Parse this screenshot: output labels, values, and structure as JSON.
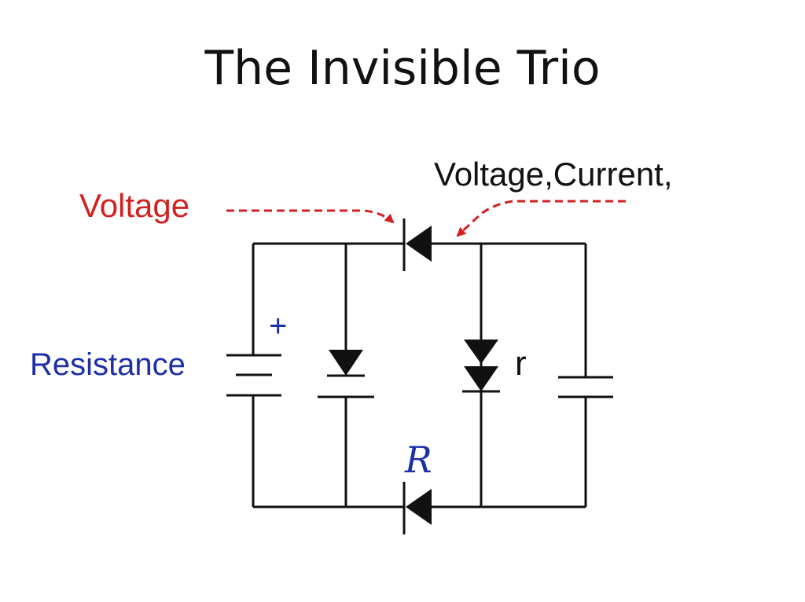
{
  "diagram": {
    "title": "The Invisible Trio",
    "labels": {
      "voltage_left": "Voltage",
      "voltage_current": "Voltage,Current,",
      "resistance": "Resistance",
      "plus_sign": "+",
      "r_small": "r",
      "r_capital": "R"
    },
    "colors": {
      "wire": "#111111",
      "red_annotation": "#d32020",
      "blue_annotation": "#1d2fa8"
    }
  }
}
